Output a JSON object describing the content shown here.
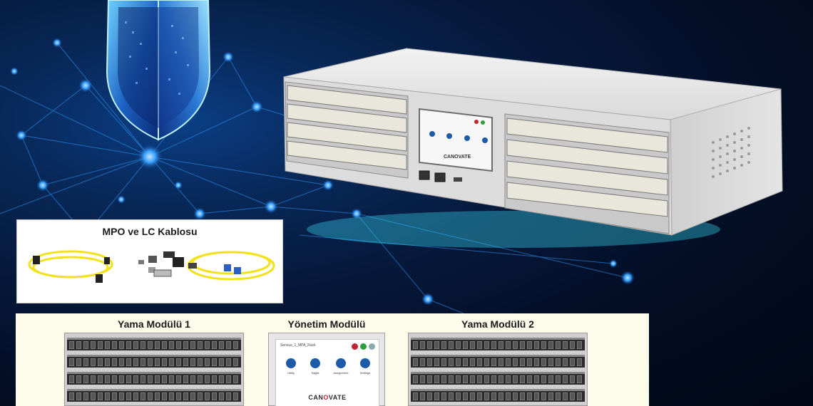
{
  "cable_box": {
    "title": "MPO ve LC Kablosu"
  },
  "modules": {
    "patch_1_title": "Yama Modülü 1",
    "management_title": "Yönetim Modülü",
    "patch_2_title": "Yama Modülü 2"
  },
  "device_screen": {
    "window_title": "Sensus_1_MPA_Rack",
    "tiles": [
      "Utility",
      "Sağlık",
      "Assignment",
      "Settings"
    ],
    "brand_prefix": "CAN",
    "brand_mark": "O",
    "brand_suffix": "VATE"
  },
  "colors": {
    "background_dark": "#030c22",
    "network_blue": "#2f9bff",
    "glow_cyan": "#3ce6ff",
    "cable_yellow": "#f2e21a",
    "brand_red": "#c0262d",
    "panel_cream": "#fdfbea"
  },
  "icons": [
    "shield-icon",
    "network-node-icon",
    "fiber-cable-icon",
    "rj45-port-icon",
    "lc-connector-icon"
  ]
}
